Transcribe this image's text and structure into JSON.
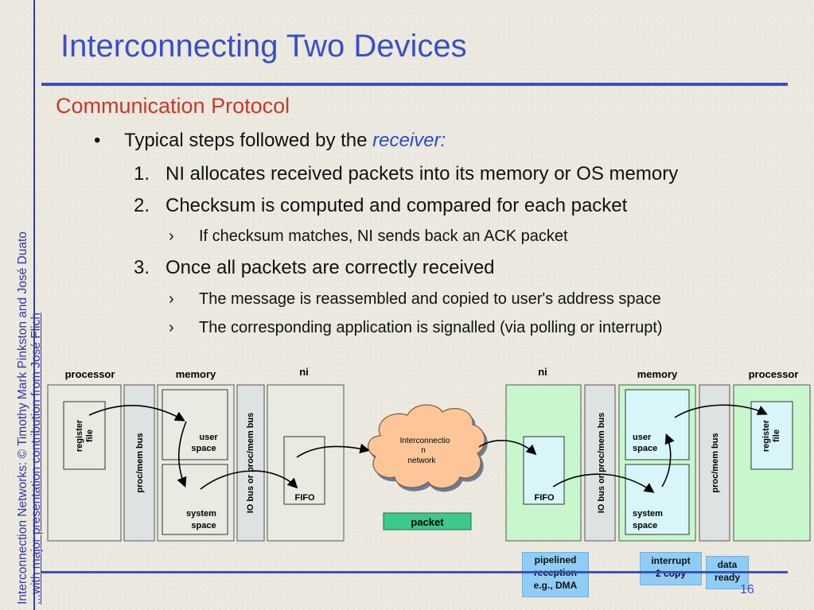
{
  "credit": {
    "line1": "Interconnection Networks: © Timothy Mark Pinkston and José Duato",
    "line2": "...with major presentation contribution from José Flich"
  },
  "title": "Interconnecting Two Devices",
  "subtitle": "Communication Protocol",
  "bullet": {
    "marker": "•",
    "text_prefix": "Typical steps followed by the ",
    "text_emphasis": "receiver",
    "text_suffix": ":"
  },
  "steps": [
    {
      "num": "1.",
      "text": "NI allocates received packets into its memory or OS memory"
    },
    {
      "num": "2.",
      "text": "Checksum is computed and compared for each packet"
    },
    {
      "num": "3.",
      "text": "Once all packets are correctly received"
    }
  ],
  "subpoints": [
    {
      "marker": "›",
      "text": "If checksum matches, NI sends back an ACK packet"
    },
    {
      "marker": "›",
      "text": "The message is reassembled and copied to user's address space"
    },
    {
      "marker": "›",
      "text": "The corresponding application is signalled (via polling or interrupt)"
    }
  ],
  "diagram": {
    "left": {
      "processor": "processor",
      "memory": "memory",
      "ni": "ni",
      "register": "register file",
      "bus": "proc/mem bus",
      "user_space": "user space",
      "system_space": "system space",
      "io_bus": "IO bus or proc/mem bus",
      "fifo": "FIFO"
    },
    "right": {
      "processor": "processor",
      "memory": "memory",
      "ni": "ni",
      "register": "register file",
      "bus": "proc/mem bus",
      "user_space": "user space",
      "system_space": "system space",
      "io_bus": "IO bus or proc/mem bus",
      "fifo": "FIFO"
    },
    "network_label_1": "Interconnectio",
    "network_label_2": "n",
    "network_label_3": "network",
    "packet": "packet",
    "notes": {
      "pipelined": [
        "pipelined",
        "reception",
        "e.g., DMA"
      ],
      "interrupt": [
        "interrupt",
        "2 copy"
      ],
      "data_ready": [
        "data",
        "ready"
      ]
    },
    "colors": {
      "left_box": "#e8ebe2",
      "right_box": "#c9f7cd",
      "right_light": "#d8f6fa",
      "packet_fill": "#3cc98a",
      "cloud_fill": "#fcc699",
      "note_fill": "#90cdf4"
    }
  },
  "page_number": "16"
}
